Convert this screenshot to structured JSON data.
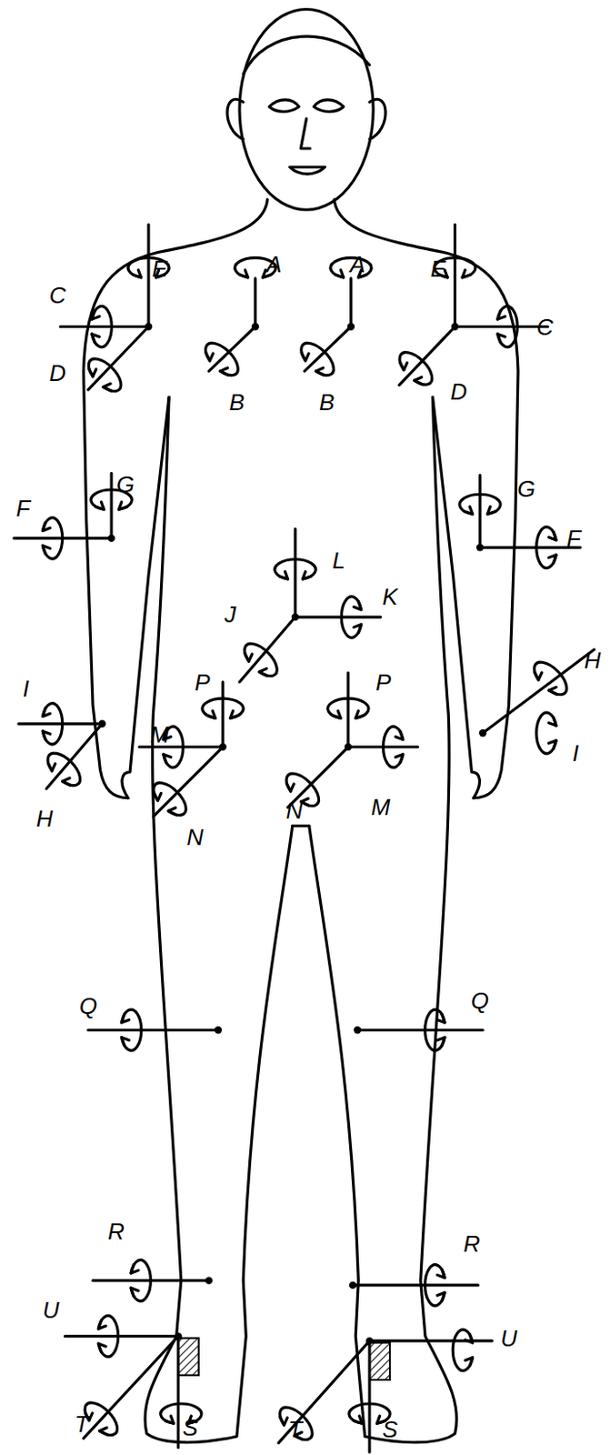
{
  "diagram": {
    "labels": [
      "C",
      "E",
      "A",
      "A",
      "E",
      "C",
      "D",
      "B",
      "B",
      "D",
      "G",
      "G",
      "F",
      "F",
      "L",
      "K",
      "J",
      "H",
      "P",
      "P",
      "I",
      "M",
      "I",
      "H",
      "N",
      "M",
      "N",
      "Q",
      "Q",
      "R",
      "R",
      "U",
      "U",
      "T",
      "S",
      "T",
      "S"
    ]
  }
}
